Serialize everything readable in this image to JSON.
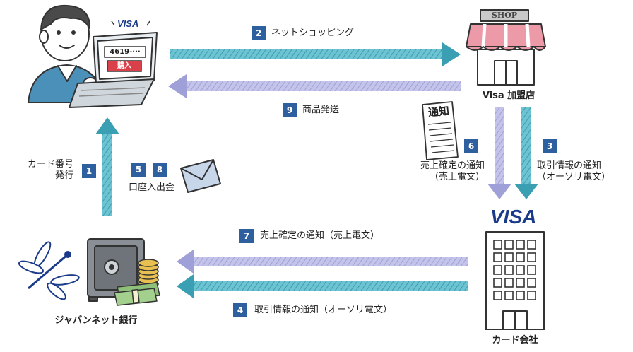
{
  "steps": [
    {
      "num": "1",
      "text": "カード番号\n発行"
    },
    {
      "num": "2",
      "text": "ネットショッピング"
    },
    {
      "num": "3",
      "text": "取引情報の通知\n（オーソリ電文）"
    },
    {
      "num": "4",
      "text": "取引情報の通知（オーソリ電文）"
    },
    {
      "num": "5",
      "text": "口座入出金"
    },
    {
      "num": "6",
      "text": "売上確定の通知\n（売上電文）"
    },
    {
      "num": "7",
      "text": "売上確定の通知（売上電文）"
    },
    {
      "num": "8",
      "text": ""
    },
    {
      "num": "9",
      "text": "商品発送"
    }
  ],
  "nodes": {
    "shop": "Visa 加盟店",
    "card_company": "カード会社",
    "bank": "ジャパンネット銀行"
  },
  "screen": {
    "card_number": "4619-···",
    "buy_button": "購入",
    "brand": "VISA"
  },
  "shop_sign": "SHOP",
  "notice_doc": "通知",
  "visa_logo": "VISA",
  "colors": {
    "teal": "#4fb3c4",
    "lavender": "#b3b3e3",
    "badge": "#2e5f9e",
    "visa_blue": "#1a3a8a"
  }
}
